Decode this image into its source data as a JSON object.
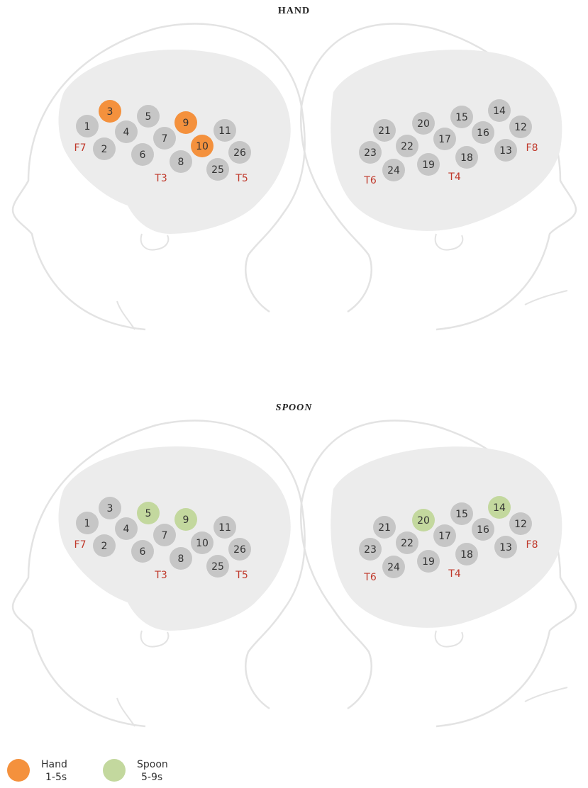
{
  "panels": [
    {
      "title": "HAND",
      "active": {
        "3": "hand",
        "9": "hand",
        "10": "hand"
      }
    },
    {
      "title": "SPOON",
      "active": {
        "5": "spoon",
        "9": "spoon",
        "20": "spoon",
        "14": "spoon"
      }
    }
  ],
  "left_channels": [
    "1",
    "2",
    "3",
    "4",
    "5",
    "6",
    "7",
    "8",
    "9",
    "10",
    "11",
    "26",
    "25"
  ],
  "right_channels": [
    "21",
    "20",
    "15",
    "14",
    "12",
    "23",
    "22",
    "17",
    "16",
    "24",
    "19",
    "18",
    "13"
  ],
  "left_ref_labels": [
    "F7",
    "T3",
    "T5"
  ],
  "right_ref_labels": [
    "T6",
    "T4",
    "F8"
  ],
  "legend": {
    "hand": {
      "line1": "Hand",
      "line2": "1-5s"
    },
    "spoon": {
      "line1": "Spoon",
      "line2": "5-9s"
    }
  },
  "colors": {
    "inactive": "#c6c6c6",
    "hand": "#f4913d",
    "spoon": "#c3d89e",
    "brain": "#ececec",
    "outline": "#e3e3e3",
    "label_red": "#c0392b",
    "channel_text": "#333333"
  }
}
